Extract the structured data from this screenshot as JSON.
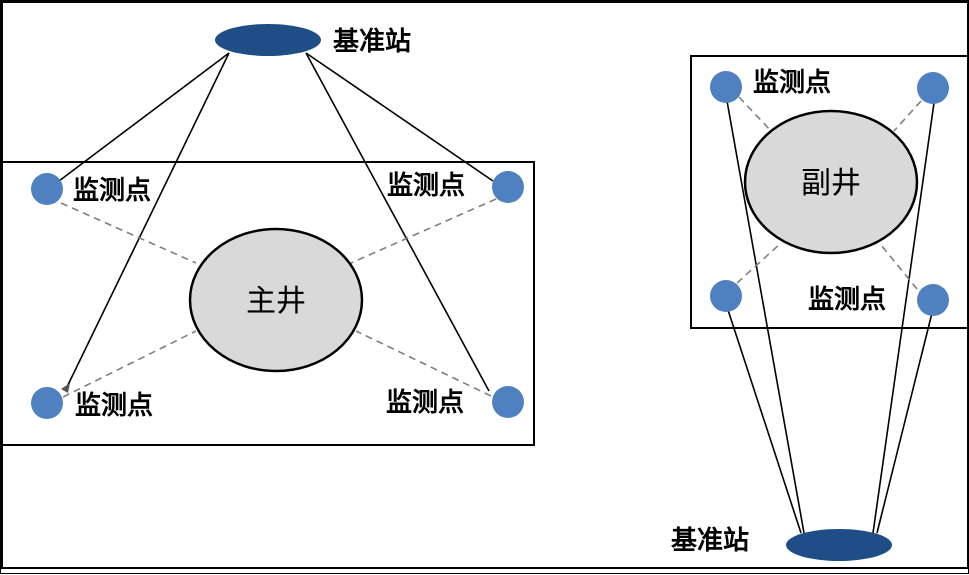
{
  "diagram": {
    "left": {
      "base_station_label": "基准站",
      "shaft_label": "主井",
      "monitor_labels": [
        "监测点",
        "监测点",
        "监测点",
        "监测点"
      ]
    },
    "right": {
      "base_station_label": "基准站",
      "shaft_label": "副井",
      "monitor_labels": [
        "监测点",
        "监测点"
      ]
    },
    "colors": {
      "base_station": "#1f4e86",
      "monitor_point": "#4f81c0",
      "shaft_fill": "#d9d9d9",
      "dashed_line": "#7f7f7f"
    }
  }
}
